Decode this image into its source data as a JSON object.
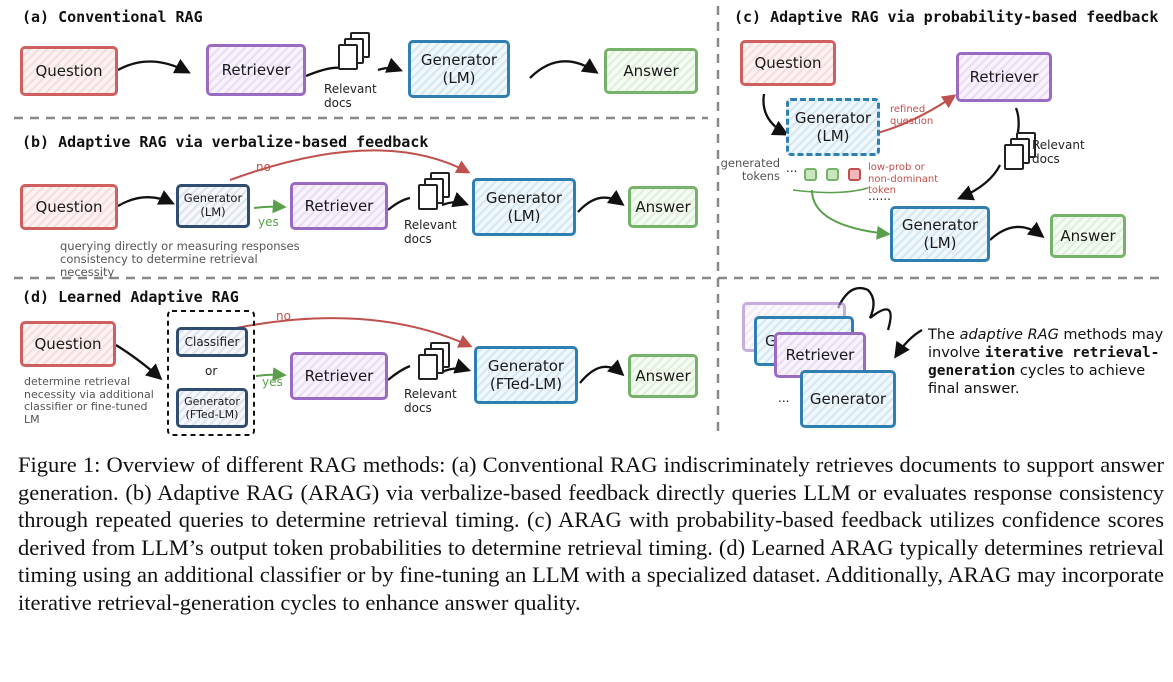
{
  "panel_a": {
    "title": "(a) Conventional RAG",
    "question": "Question",
    "retriever": "Retriever",
    "docs": "Relevant docs",
    "generator": "Generator (LM)",
    "answer": "Answer"
  },
  "panel_b": {
    "title": "(b) Adaptive RAG via verbalize-based feedback",
    "question": "Question",
    "generator_small": "Generator (LM)",
    "no": "no",
    "yes": "yes",
    "retriever": "Retriever",
    "docs": "Relevant docs",
    "generator": "Generator (LM)",
    "answer": "Answer",
    "note": "querying directly or measuring responses consistency to determine retrieval necessity"
  },
  "panel_c": {
    "title": "(c) Adaptive RAG via probability-based feedback",
    "question": "Question",
    "generator_top": "Generator (LM)",
    "refined": "refined question",
    "retriever": "Retriever",
    "docs": "Relevant docs",
    "generated_tokens": "generated tokens",
    "dots": "...",
    "lowprob": "low-prob or non-dominant token",
    "dots2": "......",
    "generator": "Generator (LM)",
    "answer": "Answer"
  },
  "panel_d": {
    "title": "(d) Learned Adaptive RAG",
    "question": "Question",
    "classifier": "Classifier",
    "or": "or",
    "generator_small": "Generator (FTed-LM)",
    "no": "no",
    "yes": "yes",
    "retriever": "Retriever",
    "docs": "Relevant docs",
    "generator": "Generator (FTed-LM)",
    "answer": "Answer",
    "note": "determine retrieval necessity via additional classifier or fine-tuned LM"
  },
  "panel_e": {
    "ge": "Ge",
    "retriever": "Retriever",
    "generator": "Generator",
    "dots": "...",
    "text_1": "The ",
    "text_em": "adaptive RAG",
    "text_2": " methods may involve ",
    "text_bold": "iterative retrieval-generation",
    "text_3": " cycles to achieve final answer."
  },
  "caption": "Figure 1: Overview of different RAG methods: (a) Conventional RAG indiscriminately retrieves documents to support answer generation. (b) Adaptive RAG (ARAG) via verbalize-based feedback directly queries LLM or evaluates response consistency through repeated queries to determine retrieval timing. (c) ARAG with probability-based feedback utilizes confidence scores derived from LLM’s output token probabilities to determine retrieval timing. (d) Learned ARAG typically determines retrieval timing using an additional classifier or by fine-tuning an LLM with a specialized dataset. Additionally, ARAG may incorporate iterative retrieval-generation cycles to enhance answer quality.",
  "colors": {
    "question": "#d06060",
    "retriever": "#9a6bc2",
    "generator": "#2f7fb2",
    "answer": "#77b26a",
    "yes_arrow": "#5aa04c",
    "no_arrow": "#c0504d"
  }
}
